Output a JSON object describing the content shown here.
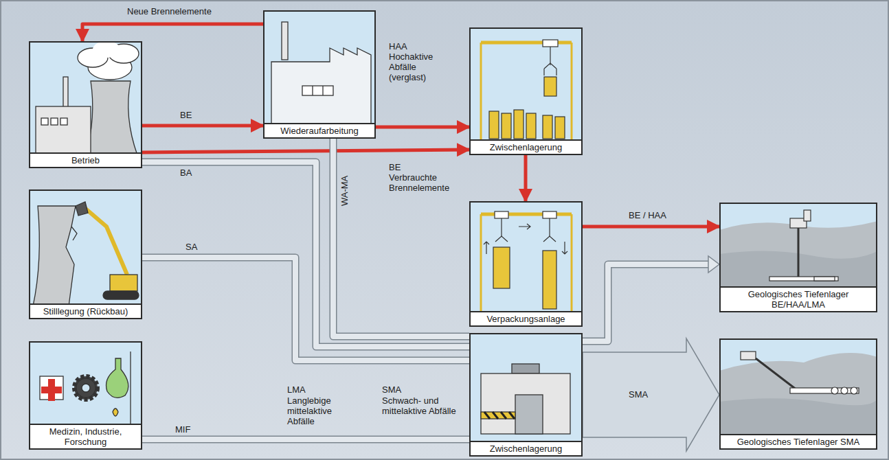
{
  "diagram": {
    "nodes": [
      {
        "text": [
          "Betrieb"
        ]
      },
      {
        "text": [
          "Wiederaufarbeitung"
        ]
      },
      {
        "text": [
          "Zwischenlagerung"
        ]
      },
      {
        "text": [
          "Verpackungsanlage"
        ]
      },
      {
        "text": [
          "Geologisches Tiefenlager BE/HAA/LMA"
        ]
      },
      {
        "text": [
          "Stilllegung (Rückbau)"
        ]
      },
      {
        "text": [
          "Medizin, Industrie, Forschung"
        ]
      },
      {
        "text": [
          "Zwischenlagerung"
        ]
      },
      {
        "text": [
          "Geologisches Tiefenlager SMA"
        ]
      }
    ],
    "edges": [
      {
        "from": 1,
        "to": 0,
        "label": "Neue Brennelemente",
        "arrow": "to"
      },
      {
        "from": 0,
        "to": 1,
        "label": "BE",
        "arrow": "to"
      },
      {
        "from": 1,
        "to": 2,
        "label": "HAA Hochaktive Abfälle (verglast)",
        "arrow": "to"
      },
      {
        "from": 0,
        "to": 2,
        "label": "BE Verbrauchte Brennelemente",
        "arrow": "to"
      },
      {
        "from": 2,
        "to": 3,
        "arrow": "to"
      },
      {
        "from": 3,
        "to": 4,
        "label": "BE / HAA",
        "arrow": "to"
      },
      {
        "from": 0,
        "to": 7,
        "label": "BA",
        "arrow": "none"
      },
      {
        "from": 1,
        "to": 7,
        "label": "WA-MA",
        "arrow": "none"
      },
      {
        "from": 5,
        "to": 7,
        "label": "SA",
        "arrow": "none"
      },
      {
        "from": 6,
        "to": 7,
        "label": "MIF",
        "arrow": "none"
      },
      {
        "from": 7,
        "to": 4,
        "arrow": "to"
      },
      {
        "from": 7,
        "to": 8,
        "label": "SMA",
        "arrow": "to"
      }
    ],
    "labels": [
      "LMA",
      "Langlebige mittelaktive Abfälle",
      "SMA",
      "Schwach- und mittelaktive Abfälle"
    ]
  }
}
